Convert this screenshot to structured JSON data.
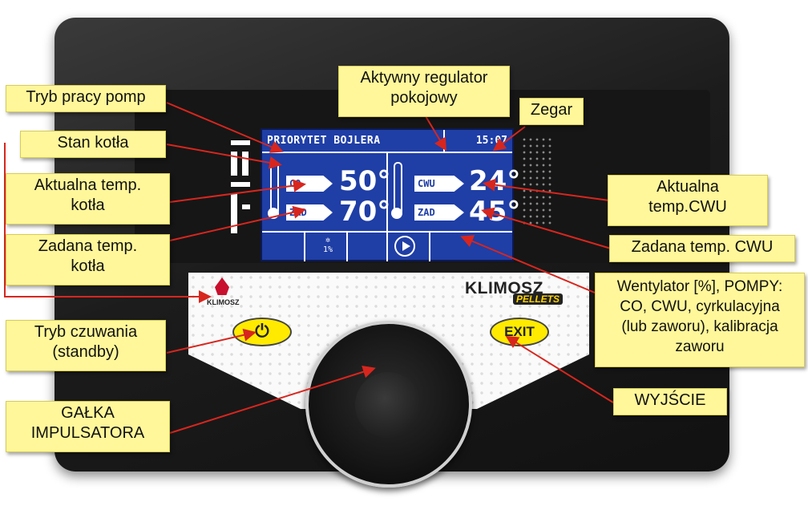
{
  "labels": {
    "tryb_pracy_pomp": "Tryb pracy pomp",
    "stan_kotla": "Stan kotła",
    "aktualna_temp_kotla_1": "Aktualna temp.",
    "aktualna_temp_kotla_2": "kotła",
    "zadana_temp_kotla_1": "Zadana temp.",
    "zadana_temp_kotla_2": "kotła",
    "tryb_czuwania_1": "Tryb czuwania",
    "tryb_czuwania_2": "(standby)",
    "galka_1": "GAŁKA",
    "galka_2": "IMPULSATORA",
    "aktywny_regulator_1": "Aktywny regulator",
    "aktywny_regulator_2": "pokojowy",
    "zegar": "Zegar",
    "aktualna_temp_cwu_1": "Aktualna",
    "aktualna_temp_cwu_2": "temp.CWU",
    "zadana_temp_cwu": "Zadana temp. CWU",
    "wentylator_1": "Wentylator [%], POMPY:",
    "wentylator_2": "CO, CWU, cyrkulacyjna",
    "wentylator_3": "(lub zaworu), kalibracja",
    "wentylator_4": "zaworu",
    "wyjscie": "WYJŚCIE"
  },
  "display": {
    "priority": "PRIORYTET BOJLERA",
    "clock": "15:07",
    "co_tag": "CO",
    "zad_tag_left": "ZAD",
    "cwu_tag": "CWU",
    "zad_tag_right": "ZAD",
    "co_temp": "50°",
    "co_set": "70°",
    "cwu_temp": "24°",
    "cwu_set": "45°",
    "fan_value": "1%"
  },
  "device": {
    "brand": "KLIMOSZ",
    "brand_sub": "PELLETS",
    "logo_text": "KLIMOSZ",
    "exit_label": "EXIT"
  },
  "colors": {
    "label_bg": "#fff79a",
    "arrow": "#d7261e",
    "lcd": "#1f3ea6",
    "button": "#ffea00"
  },
  "icons": [
    "standby-power-icon",
    "fan-icon",
    "pump-play-icon",
    "thermometer-icon"
  ]
}
